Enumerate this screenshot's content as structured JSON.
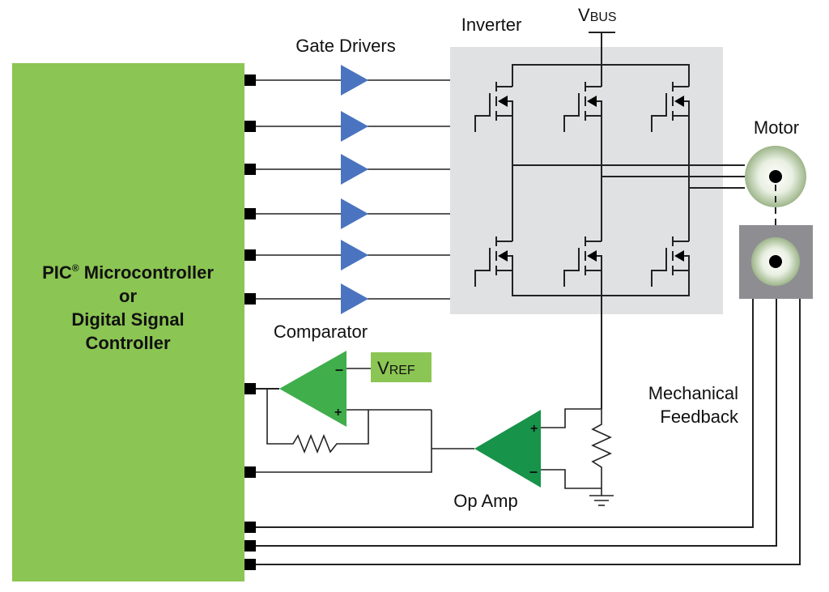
{
  "diagram": {
    "title": "Motor control block diagram",
    "colors": {
      "mcu_green": "#8bc553",
      "driver_blue": "#4a74c0",
      "comparator_green": "#3fae4b",
      "opamp_green": "#17934a",
      "vref_green": "#8bc553",
      "inverter_bg": "#dfe1e2",
      "sensor_box": "#8e8e92",
      "wire": "#222222"
    },
    "mcu": {
      "line1_main": "PIC",
      "line1_sup": "®",
      "line1_rest": " Microcontroller",
      "line2": "or",
      "line3": "Digital Signal",
      "line4": "Controller"
    },
    "labels": {
      "gate_drivers": "Gate Drivers",
      "inverter": "Inverter",
      "vbus_main": "V",
      "vbus_sub": "BUS",
      "motor": "Motor",
      "comparator": "Comparator",
      "vref_main": "V",
      "vref_sub": "REF",
      "op_amp": "Op Amp",
      "mechanical": "Mechanical",
      "feedback": "Feedback",
      "plus": "+",
      "minus": "–"
    },
    "gate_driver_count": 6,
    "mosfet_count": 6,
    "feedback_line_count": 3
  }
}
